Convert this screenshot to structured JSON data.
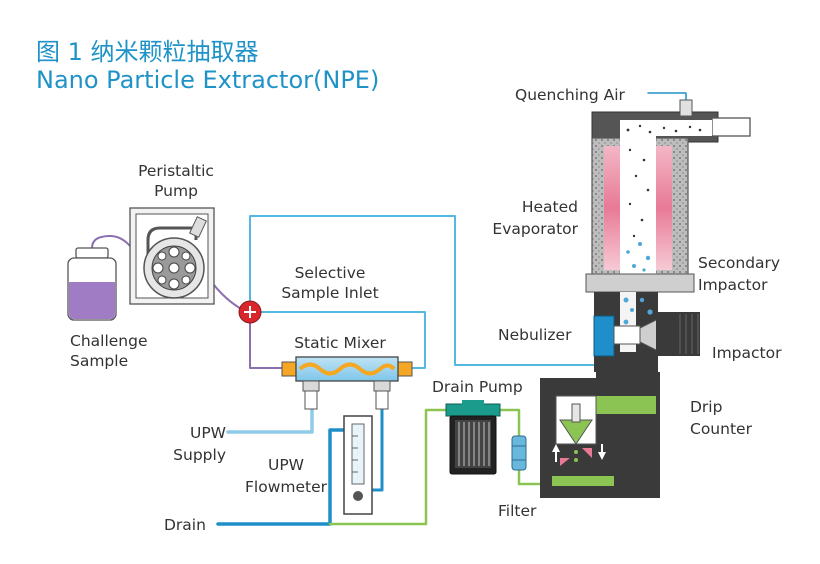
{
  "title": {
    "zh": "图 1 纳米颗粒抽取器",
    "en": "Nano Particle Extractor(NPE)"
  },
  "labels": {
    "peristaltic_pump": [
      "Peristaltic",
      "Pump"
    ],
    "challenge_sample": [
      "Challenge",
      "Sample"
    ],
    "selective_sample_inlet": [
      "Selective",
      "Sample Inlet"
    ],
    "static_mixer": "Static Mixer",
    "upw_supply": [
      "UPW",
      "Supply"
    ],
    "upw_flowmeter": [
      "UPW",
      "Flowmeter"
    ],
    "drain": "Drain",
    "drain_pump": "Drain Pump",
    "filter": "Filter",
    "quenching_air": "Quenching Air",
    "heated_evaporator": [
      "Heated",
      "Evaporator"
    ],
    "secondary_impactor": [
      "Secondary",
      "Impactor"
    ],
    "nebulizer": "Nebulizer",
    "impactor": "Impactor",
    "drip_counter": [
      "Drip",
      "Counter"
    ]
  },
  "colors": {
    "title": "#1f93c8",
    "sample_line": "#8b6fae",
    "sample_liquid": "#a07cc4",
    "upw_line": "#55b8e0",
    "drain_line": "#1f8fc9",
    "drain_pump_line": "#8cc453",
    "inlet_valve": "#d9262c",
    "evaporator_inner": "#e87a96",
    "chamber": "#3a3a3a",
    "collector_liquid": "#8cc453"
  }
}
